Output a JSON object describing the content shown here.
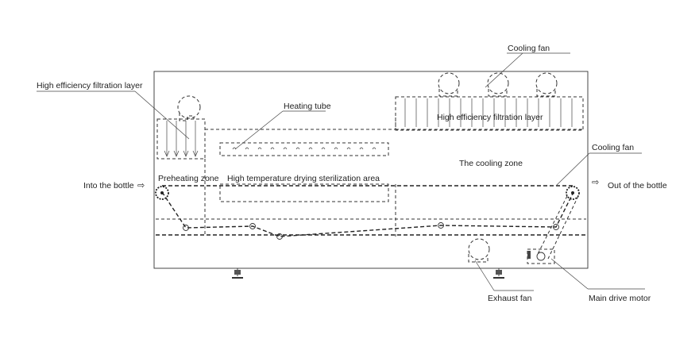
{
  "labels": {
    "cooling_fan_top": "Cooling fan",
    "filtration_left": "High efficiency filtration layer",
    "heating_tube": "Heating tube",
    "filtration_right": "High efficiency filtration layer",
    "cooling_zone": "The cooling zone",
    "cooling_fan_right": "Cooling fan",
    "into_bottle": "Into the bottle",
    "out_bottle": "Out of the bottle",
    "preheating_zone": "Preheating zone",
    "sterilization_area": "High temperature drying sterilization area",
    "exhaust_fan": "Exhaust fan",
    "main_drive_motor": "Main drive motor"
  },
  "arrow_glyph": "⇨"
}
